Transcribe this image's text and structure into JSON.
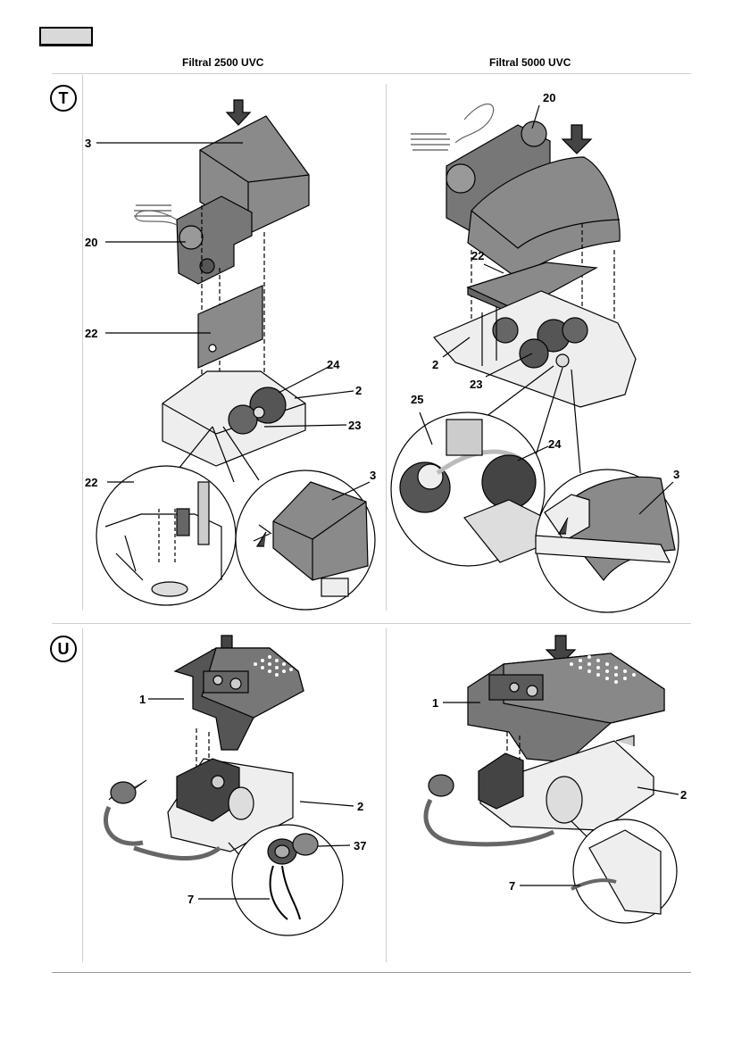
{
  "header": {
    "col_left_title": "Filtral 2500 UVC",
    "col_right_title": "Filtral 5000 UVC"
  },
  "sections": {
    "t_letter": "T",
    "u_letter": "U"
  },
  "callouts": {
    "t_left": [
      "3",
      "20",
      "22",
      "24",
      "2",
      "23",
      "22",
      "3"
    ],
    "t_right": [
      "20",
      "22",
      "2",
      "23",
      "25",
      "24",
      "3"
    ],
    "u_left": [
      "1",
      "2",
      "37",
      "7"
    ],
    "u_right": [
      "1",
      "2",
      "7"
    ]
  },
  "colors": {
    "part_gray": "#8a8a8a",
    "part_light": "#e6e6e6",
    "part_dark": "#4a4a4a",
    "tab_fill": "#d9d9d9"
  }
}
